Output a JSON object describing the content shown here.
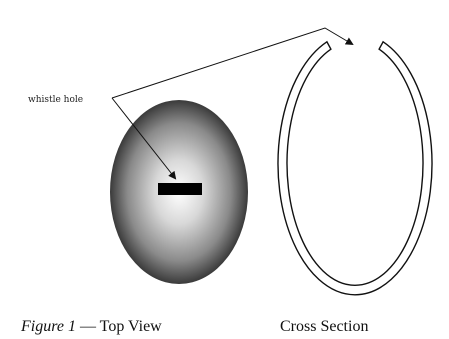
{
  "diagram": {
    "whistle_label": "whistle hole",
    "caption_figure": "Figure 1",
    "caption_dash": " — ",
    "caption_top_view": "Top View",
    "caption_cross_section": "Cross Section"
  },
  "colors": {
    "ink": "#111111",
    "oval_center": "#ffffff",
    "oval_edge": "#3a3a3a",
    "background": "#ffffff"
  }
}
